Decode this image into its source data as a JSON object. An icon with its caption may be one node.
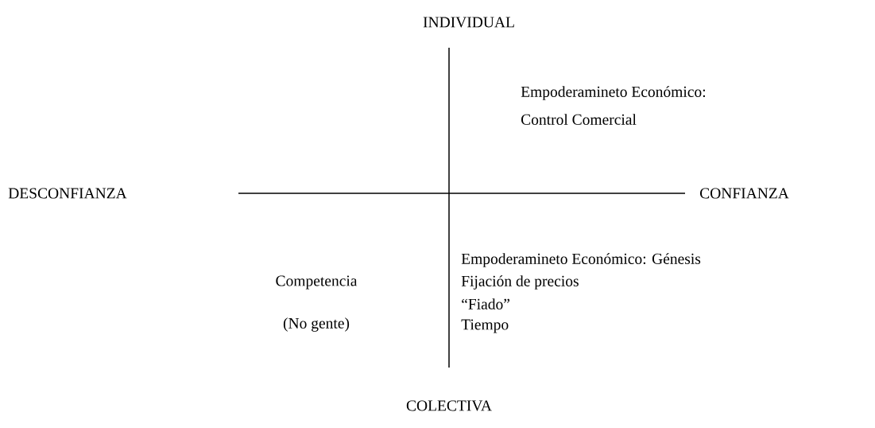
{
  "diagram": {
    "labels": [
      "INDIVIDUAL",
      "Empoderamineto Económico:",
      "Control Comercial",
      "DESCONFIANZA",
      "CONFIANZA",
      "Empoderamineto Económico: Génesis",
      "Competencia",
      "Fijación de precios",
      "“Fiado”",
      "(No gente)",
      "Tiempo",
      "COLECTIVA"
    ]
  }
}
